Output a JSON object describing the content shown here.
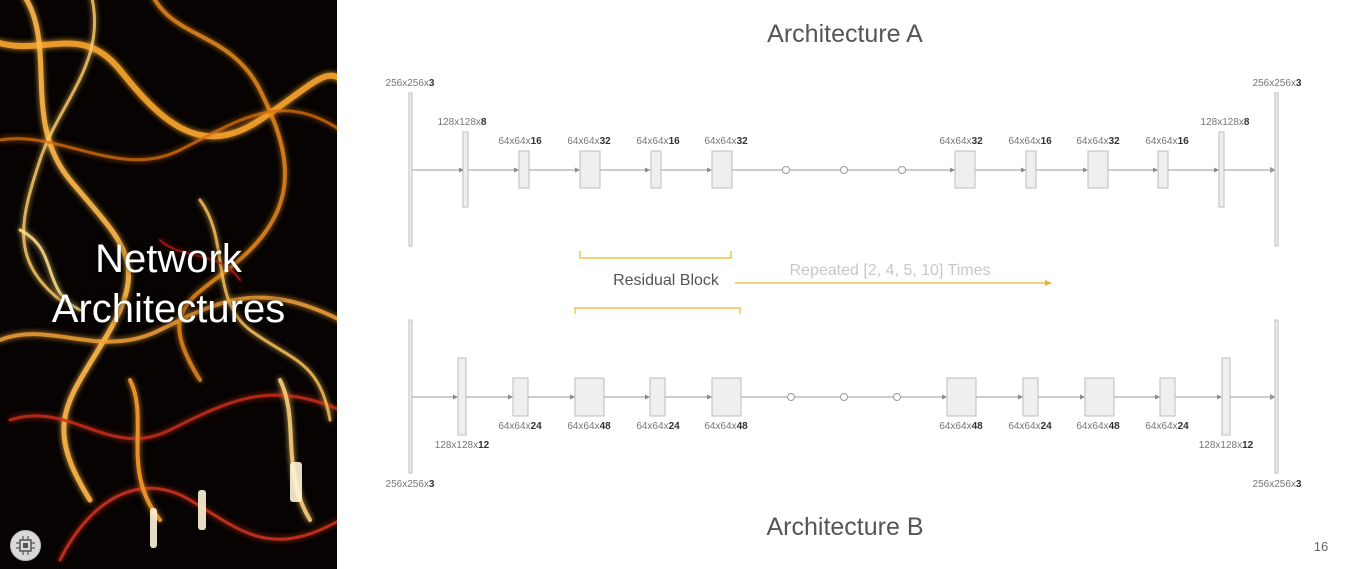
{
  "sidebar": {
    "section_title_line1": "Network",
    "section_title_line2": "Architectures",
    "logo_icon": "chip-icon"
  },
  "diagram": {
    "arch_a_title": "Architecture A",
    "arch_b_title": "Architecture B",
    "residual_block_label": "Residual Block",
    "repeated_label": "Repeated [2, 4, 5, 10] Times",
    "arch_a_layers": [
      {
        "dims": "256x256x",
        "channels": "3"
      },
      {
        "dims": "128x128x",
        "channels": "8"
      },
      {
        "dims": "64x64x",
        "channels": "16"
      },
      {
        "dims": "64x64x",
        "channels": "32"
      },
      {
        "dims": "64x64x",
        "channels": "16"
      },
      {
        "dims": "64x64x",
        "channels": "32"
      },
      {
        "dims": "64x64x",
        "channels": "32"
      },
      {
        "dims": "64x64x",
        "channels": "16"
      },
      {
        "dims": "64x64x",
        "channels": "32"
      },
      {
        "dims": "64x64x",
        "channels": "16"
      },
      {
        "dims": "128x128x",
        "channels": "8"
      },
      {
        "dims": "256x256x",
        "channels": "3"
      }
    ],
    "arch_b_layers": [
      {
        "dims": "256x256x",
        "channels": "3"
      },
      {
        "dims": "128x128x",
        "channels": "12"
      },
      {
        "dims": "64x64x",
        "channels": "24"
      },
      {
        "dims": "64x64x",
        "channels": "48"
      },
      {
        "dims": "64x64x",
        "channels": "24"
      },
      {
        "dims": "64x64x",
        "channels": "48"
      },
      {
        "dims": "64x64x",
        "channels": "48"
      },
      {
        "dims": "64x64x",
        "channels": "24"
      },
      {
        "dims": "64x64x",
        "channels": "48"
      },
      {
        "dims": "64x64x",
        "channels": "24"
      },
      {
        "dims": "128x128x",
        "channels": "12"
      },
      {
        "dims": "256x256x",
        "channels": "3"
      }
    ]
  },
  "page": {
    "number": "16"
  },
  "colors": {
    "accent": "#e7b72b",
    "block_fill": "#efefef",
    "text": "#555555"
  }
}
